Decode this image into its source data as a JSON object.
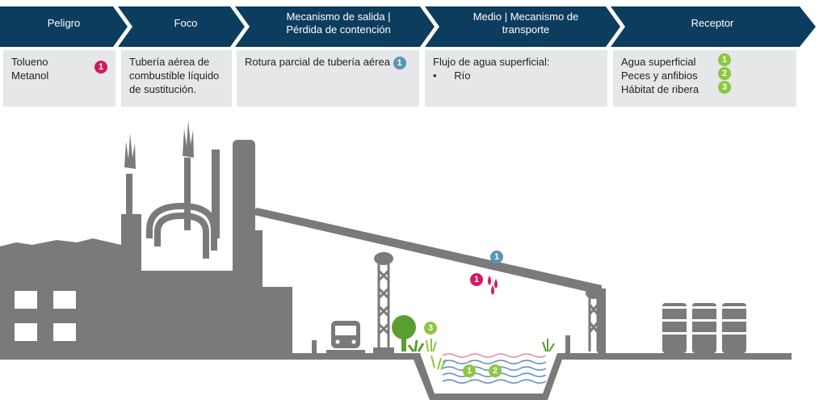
{
  "header": {
    "peligro": "Peligro",
    "foco": "Foco",
    "mecanismo_l1": "Mecanismo de salida |",
    "mecanismo_l2": "Pérdida de contención",
    "medio_l1": "Medio | Mecanismo de",
    "medio_l2": "transporte",
    "receptor": "Receptor"
  },
  "boxes": {
    "peligro": [
      "Tolueno",
      "Metanol"
    ],
    "foco": [
      "Tubería aérea de",
      "combustible líquido",
      "de sustitución."
    ],
    "mecanismo": "Rotura parcial de tubería aérea",
    "medio": [
      "Flujo de agua superficial:",
      "•",
      "Río"
    ],
    "receptor": [
      "Agua superficial",
      "Peces y anfibios",
      "Hábitat de ribera"
    ]
  },
  "badges": {
    "one": "1",
    "two": "2",
    "three": "3"
  },
  "colors": {
    "header": "#0d3d5e",
    "box": "#e6e7e8",
    "silhouette": "#7a7a7a",
    "hazard": "#d3195f",
    "release": "#5b94b8",
    "receptor": "#8cc63f",
    "water": "#5a8ac0"
  }
}
